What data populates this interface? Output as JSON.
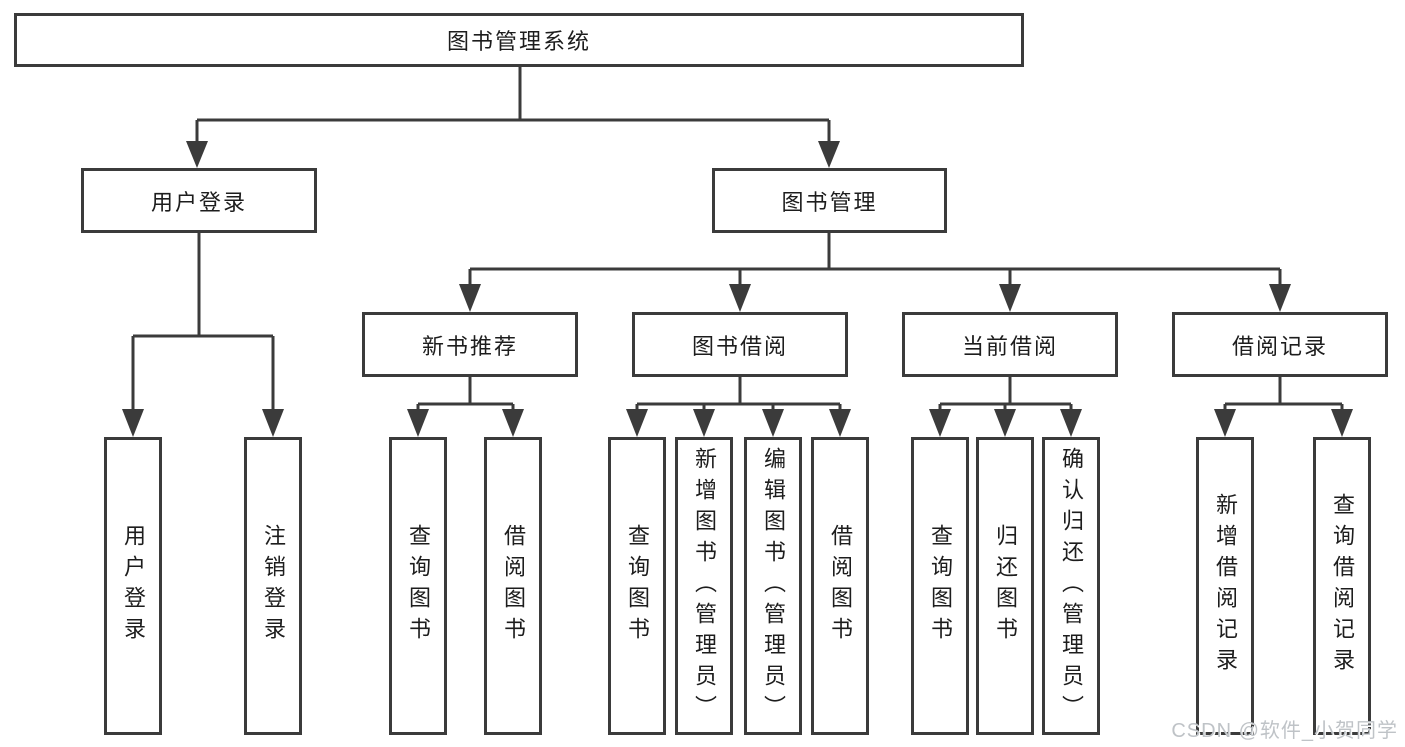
{
  "colors": {
    "background": "#ffffff",
    "line": "#3b3b3b",
    "text": "#1d1d1d",
    "watermark": "#bfc3c7"
  },
  "diagram": {
    "root": {
      "label": "图书管理系统"
    },
    "level2": [
      {
        "label": "用户登录",
        "children": [
          {
            "label": "用户登录"
          },
          {
            "label": "注销登录"
          }
        ]
      },
      {
        "label": "图书管理",
        "children": [
          {
            "label": "新书推荐",
            "children": [
              {
                "label": "查询图书"
              },
              {
                "label": "借阅图书"
              }
            ]
          },
          {
            "label": "图书借阅",
            "children": [
              {
                "label": "查询图书"
              },
              {
                "label": "新增图书（管理员）"
              },
              {
                "label": "编辑图书（管理员）"
              },
              {
                "label": "借阅图书"
              }
            ]
          },
          {
            "label": "当前借阅",
            "children": [
              {
                "label": "查询图书"
              },
              {
                "label": "归还图书"
              },
              {
                "label": "确认归还（管理员）"
              }
            ]
          },
          {
            "label": "借阅记录",
            "children": [
              {
                "label": "新增借阅记录"
              },
              {
                "label": "查询借阅记录"
              }
            ]
          }
        ]
      }
    ]
  },
  "watermark": {
    "text": "CSDN @软件_小贺同学"
  }
}
